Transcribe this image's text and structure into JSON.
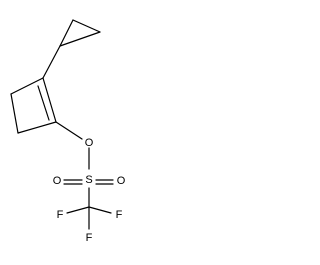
{
  "molecule": {
    "atoms": {
      "oxygen_ester": "O",
      "sulfur": "S",
      "oxygen_left": "O",
      "oxygen_right": "O",
      "fluorine_left": "F",
      "fluorine_right": "F",
      "fluorine_bottom": "F"
    }
  },
  "colors": {
    "bond": "#000000",
    "label": "#000000",
    "background": "#ffffff"
  }
}
